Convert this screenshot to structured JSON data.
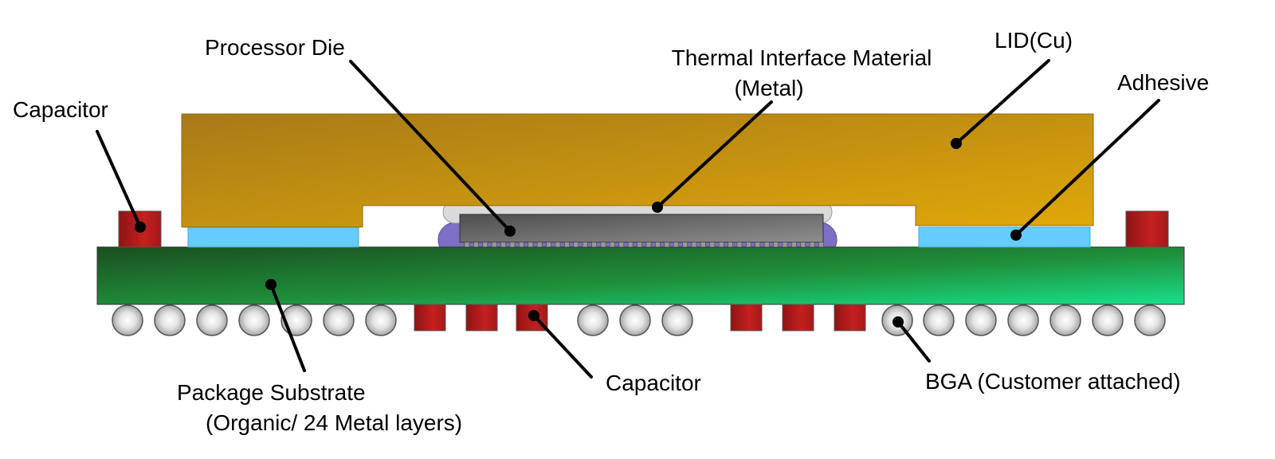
{
  "labels": {
    "processor_die": "Processor Die",
    "tim_line1": "Thermal Interface Material",
    "tim_line2": "(Metal)",
    "lid": "LID(Cu)",
    "adhesive": "Adhesive",
    "capacitor_left": "Capacitor",
    "substrate_line1": "Package Substrate",
    "substrate_line2": "(Organic/ 24 Metal layers)",
    "capacitor_bottom": "Capacitor",
    "bga": "BGA (Customer attached)"
  },
  "colors": {
    "lid_dark": "#A87A18",
    "lid_light": "#D9A10A",
    "adhesive": "#66CCFF",
    "substrate_dark": "#1E5A22",
    "substrate_light": "#18D37E",
    "capacitor_dark": "#8E1414",
    "capacitor_light": "#C42020",
    "die_dark": "#555555",
    "die_light": "#8A8A8A",
    "tim": "#D8D8D8",
    "underfill": "#7C6FC4",
    "ball_center": "#FFFFFF",
    "ball_edge": "#8A8A8A"
  }
}
